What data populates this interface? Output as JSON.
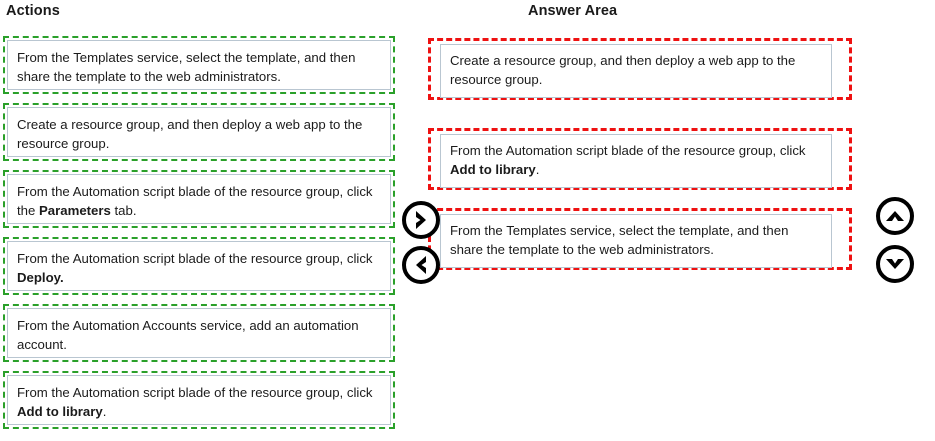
{
  "headings": {
    "actions": "Actions",
    "answer_area": "Answer Area"
  },
  "colors": {
    "action_border": "#2aa02a",
    "answer_border": "#ee1111",
    "inner_box_border": "#b9c6d1",
    "text": "#1b1b1b",
    "button_stroke": "#000000"
  },
  "actions": {
    "items": [
      {
        "id": "action-templates-share",
        "text_before": "From the Templates service, select the template, and then share the template to the web administrators.",
        "bold": "",
        "text_after": ""
      },
      {
        "id": "action-create-resource-group",
        "text_before": "Create a resource group, and then deploy a web app to the resource group.",
        "bold": "",
        "text_after": ""
      },
      {
        "id": "action-parameters-tab",
        "text_before": "From the Automation script blade of the resource group, click the ",
        "bold": "Parameters",
        "text_after": " tab."
      },
      {
        "id": "action-deploy",
        "text_before": "From the Automation script blade of the resource group, click ",
        "bold": "Deploy.",
        "text_after": ""
      },
      {
        "id": "action-automation-account",
        "text_before": "From the Automation Accounts service, add an automation account.",
        "bold": "",
        "text_after": ""
      },
      {
        "id": "action-add-to-library",
        "text_before": "From the Automation script blade of the resource group, click ",
        "bold": "Add to library",
        "text_after": "."
      }
    ]
  },
  "answer_area": {
    "slots": [
      {
        "id": "answer-slot-1",
        "filled": true,
        "text_before": "Create a resource group, and then deploy a web app to the resource group.",
        "bold": "",
        "text_after": ""
      },
      {
        "id": "answer-slot-2",
        "filled": true,
        "text_before": "From the Automation script blade of the resource group, click ",
        "bold": "Add to library",
        "text_after": "."
      },
      {
        "id": "answer-slot-3",
        "filled": true,
        "text_before": "From the Templates service, select the template, and then share the template to the web administrators.",
        "bold": "",
        "text_after": ""
      }
    ]
  },
  "controls": {
    "move_right": {
      "icon": "chevron-right-icon",
      "label": "Move right"
    },
    "move_left": {
      "icon": "chevron-left-icon",
      "label": "Move left"
    },
    "move_up": {
      "icon": "chevron-up-icon",
      "label": "Move up"
    },
    "move_down": {
      "icon": "chevron-down-icon",
      "label": "Move down"
    }
  }
}
